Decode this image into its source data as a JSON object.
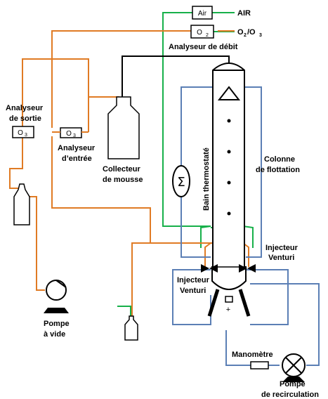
{
  "colors": {
    "green": "#17b04a",
    "orange": "#e07b24",
    "blue": "#5b7fb5",
    "black": "#000000",
    "column_fill": "#ffffff"
  },
  "labels": {
    "air_box": "Air",
    "air": "AIR",
    "o2_box": "O",
    "o2_box_sub": "2",
    "o2_o3_a": "O",
    "o2_o3_sub1": "2",
    "o2_o3_b": "/O",
    "o2_o3_sub2": "3",
    "flow_analyzer": "Analyseur de débit",
    "outlet_analyzer_l1": "Analyseur",
    "outlet_analyzer_l2": "de sortie",
    "outlet_box": "O",
    "outlet_box_sub": "3",
    "inlet_box": "O",
    "inlet_box_sub": "3",
    "inlet_analyzer_l1": "Analyseur",
    "inlet_analyzer_l2": "d’entrée",
    "foam_l1": "Collecteur",
    "foam_l2": "de mousse",
    "bath": "Bain thermostaté",
    "column_l1": "Colonne",
    "column_l2": "de flottation",
    "venturi_right_l1": "Injecteur",
    "venturi_right_l2": "Venturi",
    "venturi_left_l1": "Injecteur",
    "venturi_left_l2": "Venturi",
    "vacuum_l1": "Pompe",
    "vacuum_l2": "à vide",
    "manometer": "Manomètre",
    "recirc_l1": "Pompe",
    "recirc_l2": "de recirculation",
    "heater_symbol": "Σ",
    "plus_symbol": "+"
  }
}
